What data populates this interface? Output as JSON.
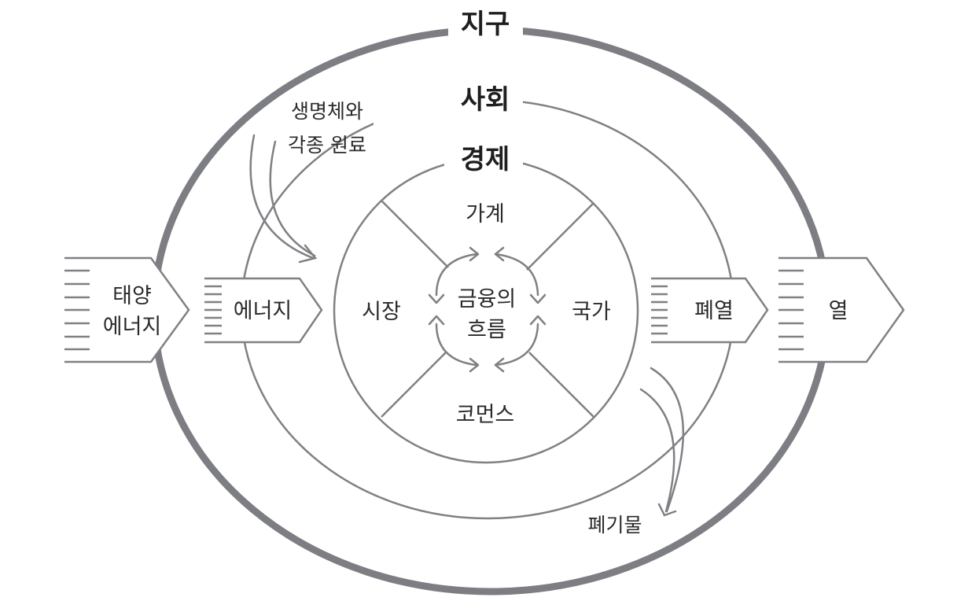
{
  "title": "지구 · 사회 · 경제 순환 다이어그램",
  "rings": {
    "earth": "지구",
    "society": "사회",
    "economy": "경제"
  },
  "sectors": {
    "top": "가계",
    "left": "시장",
    "right": "국가",
    "bottom": "코먼스"
  },
  "center": {
    "line1": "금융의",
    "line2": "흐름"
  },
  "inputs": {
    "solar_line1": "태양",
    "solar_line2": "에너지",
    "energy": "에너지",
    "materials_line1": "생명체와",
    "materials_line2": "각종 원료"
  },
  "outputs": {
    "waste_heat": "폐열",
    "heat": "열",
    "waste": "폐기물"
  },
  "colors": {
    "line": "#808085",
    "earth_ring": "#7d7e83",
    "text": "#2a2a2a"
  }
}
